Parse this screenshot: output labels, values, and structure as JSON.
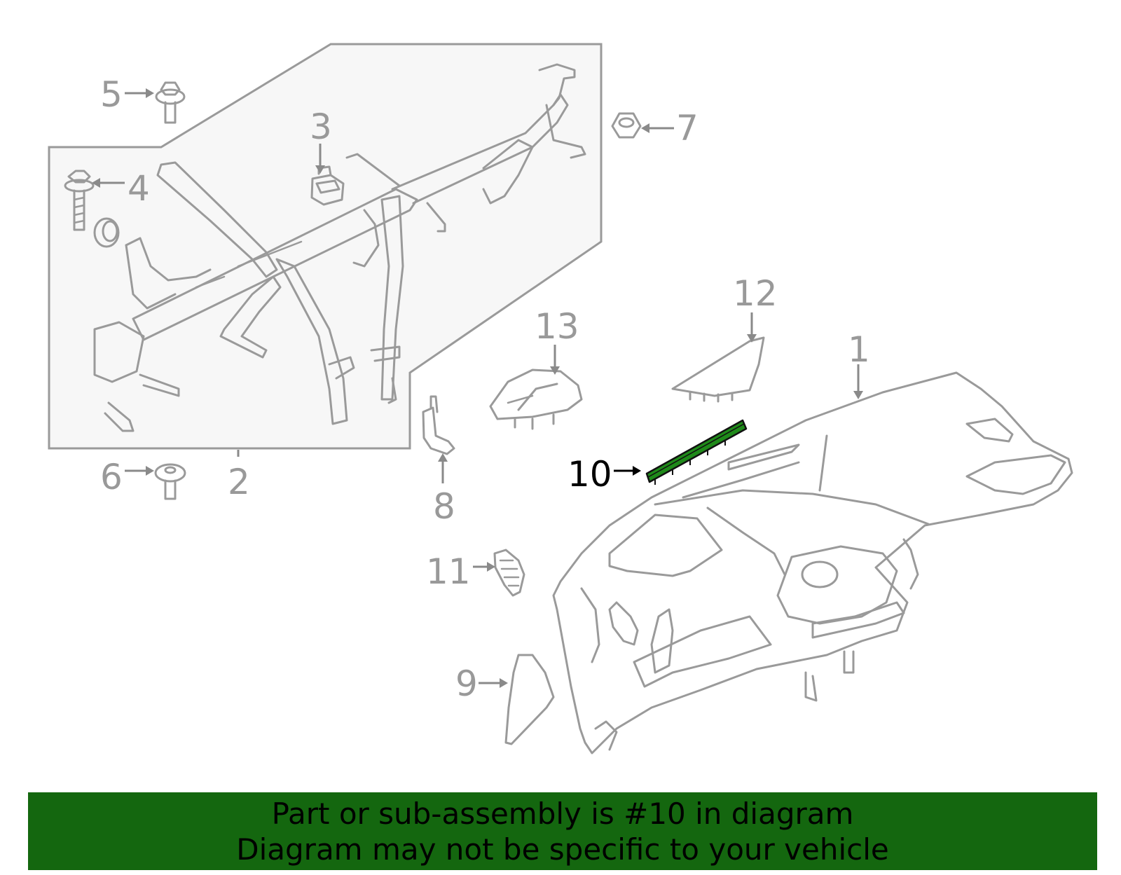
{
  "callouts": {
    "c1": "1",
    "c2": "2",
    "c3": "3",
    "c4": "4",
    "c5": "5",
    "c6": "6",
    "c7": "7",
    "c8": "8",
    "c9": "9",
    "c10": "10",
    "c11": "11",
    "c12": "12",
    "c13": "13"
  },
  "highlighted_part": "10",
  "colors": {
    "line": "#9a9a9a",
    "label": "#999999",
    "highlight_part": "#1f8a1a",
    "highlight_label": "#000000",
    "banner_bg": "#14670f",
    "panel_bg": "#f7f7f7"
  },
  "banner": {
    "line1": "Part or sub-assembly is #10 in diagram",
    "line2": "Diagram may not be specific to your vehicle"
  }
}
